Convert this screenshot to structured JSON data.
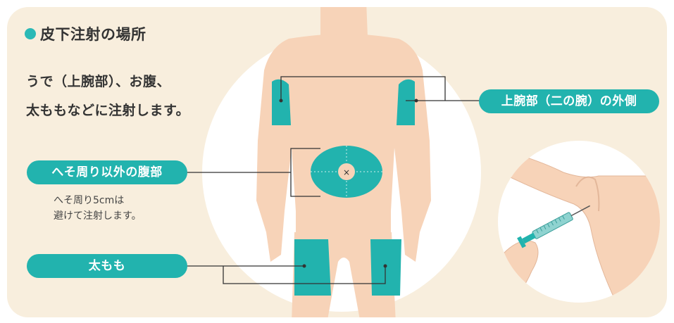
{
  "title": "皮下注射の場所",
  "lead_lines": [
    "うで（上腕部）、お腹、",
    "太ももなどに注射します。"
  ],
  "labels": {
    "upper_arm": "上腕部（二の腕）の外側",
    "abdomen": "へそ周り以外の腹部",
    "thigh": "太もも"
  },
  "abdomen_note": [
    "へそ周り5cmは",
    "避けて注射します。"
  ],
  "navel_mark": "×",
  "colors": {
    "background": "#f8eedd",
    "accent": "#22b3ae",
    "skin": "#f7d3b8",
    "circle": "#ffffff"
  }
}
